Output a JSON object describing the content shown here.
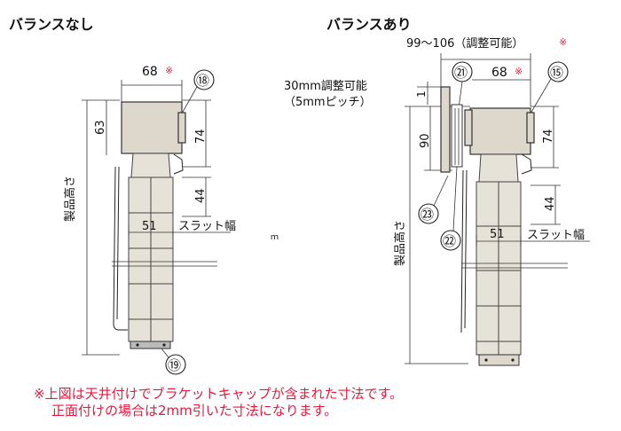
{
  "left": {
    "title": "バランスなし",
    "dim_width": "68",
    "mark": "※",
    "dim_head": "63",
    "dim_bracket": "74",
    "dim_lower": "44",
    "dim_slat": "51",
    "slat_label": "スラット幅",
    "height_label": "製品高さ",
    "part_top": "⑱",
    "part_bottom": "⑲"
  },
  "right": {
    "title": "バランスあり",
    "dim_range": "99～106（調整可能）",
    "mark": "※",
    "adjust_label": "30mm調整可能",
    "adjust_pitch": "（5mmピッチ）",
    "dim_small": "1",
    "dim_width": "68",
    "dim_valance": "90",
    "dim_bracket": "74",
    "dim_lower": "44",
    "dim_slat": "51",
    "slat_label": "スラット幅",
    "height_label": "製品高さ",
    "part_15": "⑮",
    "part_21": "㉑",
    "part_22": "㉒",
    "part_23": "㉓"
  },
  "center_mark": "ｍ",
  "notes": {
    "line1": "※上図は天井付けでブラケットキャップが含まれた寸法です。",
    "line2": "正面付けの場合は2mm引いた寸法になります。"
  },
  "colors": {
    "accent": "#e8193c",
    "line": "#222222",
    "fill": "#ddd7cc"
  }
}
